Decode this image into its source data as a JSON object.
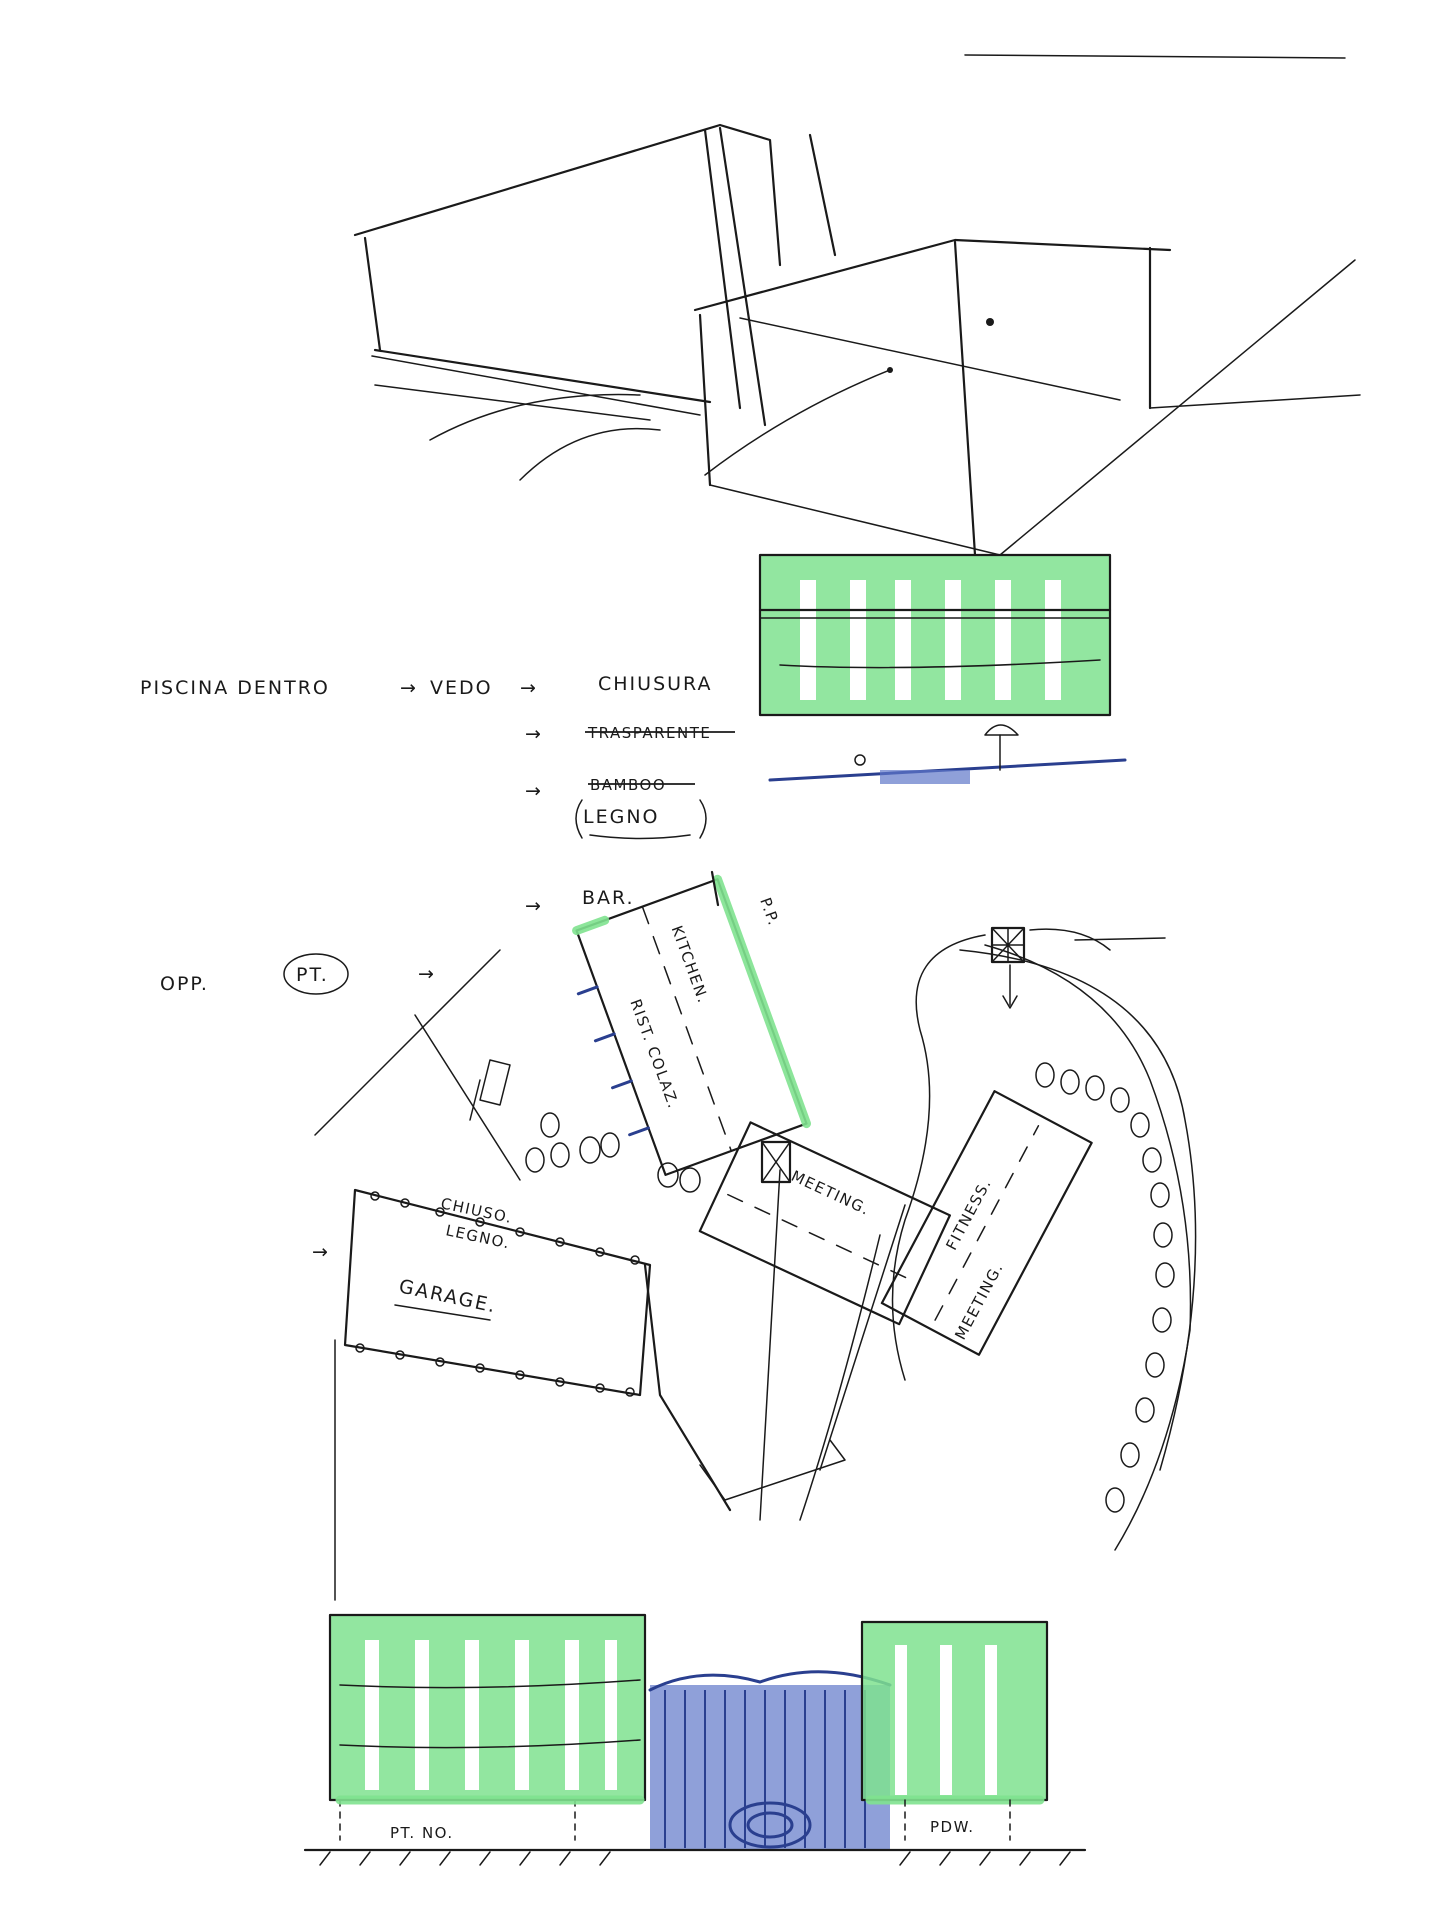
{
  "notes": {
    "piscina": "PISCINA DENTRO",
    "vedo": "VEDO",
    "chiusura": "CHIUSURA",
    "trasparente": "TRASPARENTE",
    "bamboo": "BAMBOO",
    "legno": "LEGNO",
    "bar": "BAR.",
    "opp": "OPP.",
    "pt": "PT."
  },
  "plan": {
    "kitchen": "KITCHEN.",
    "pp": "P.P.",
    "risto": "RIST. COLAZ.",
    "chiuso": "CHIUSO.",
    "legno": "LEGNO.",
    "garage": "GARAGE.",
    "meeting_1": "MEETING.",
    "meeting_2": "MEETING.",
    "fitness": "FITNESS."
  },
  "elevation": {
    "label_left": "PT. NO.",
    "label_right": "PDW."
  },
  "colors": {
    "ink": "#1a1a1a",
    "highlight_green": "#7fe28f",
    "marker_blue": "#2a3f8f"
  }
}
